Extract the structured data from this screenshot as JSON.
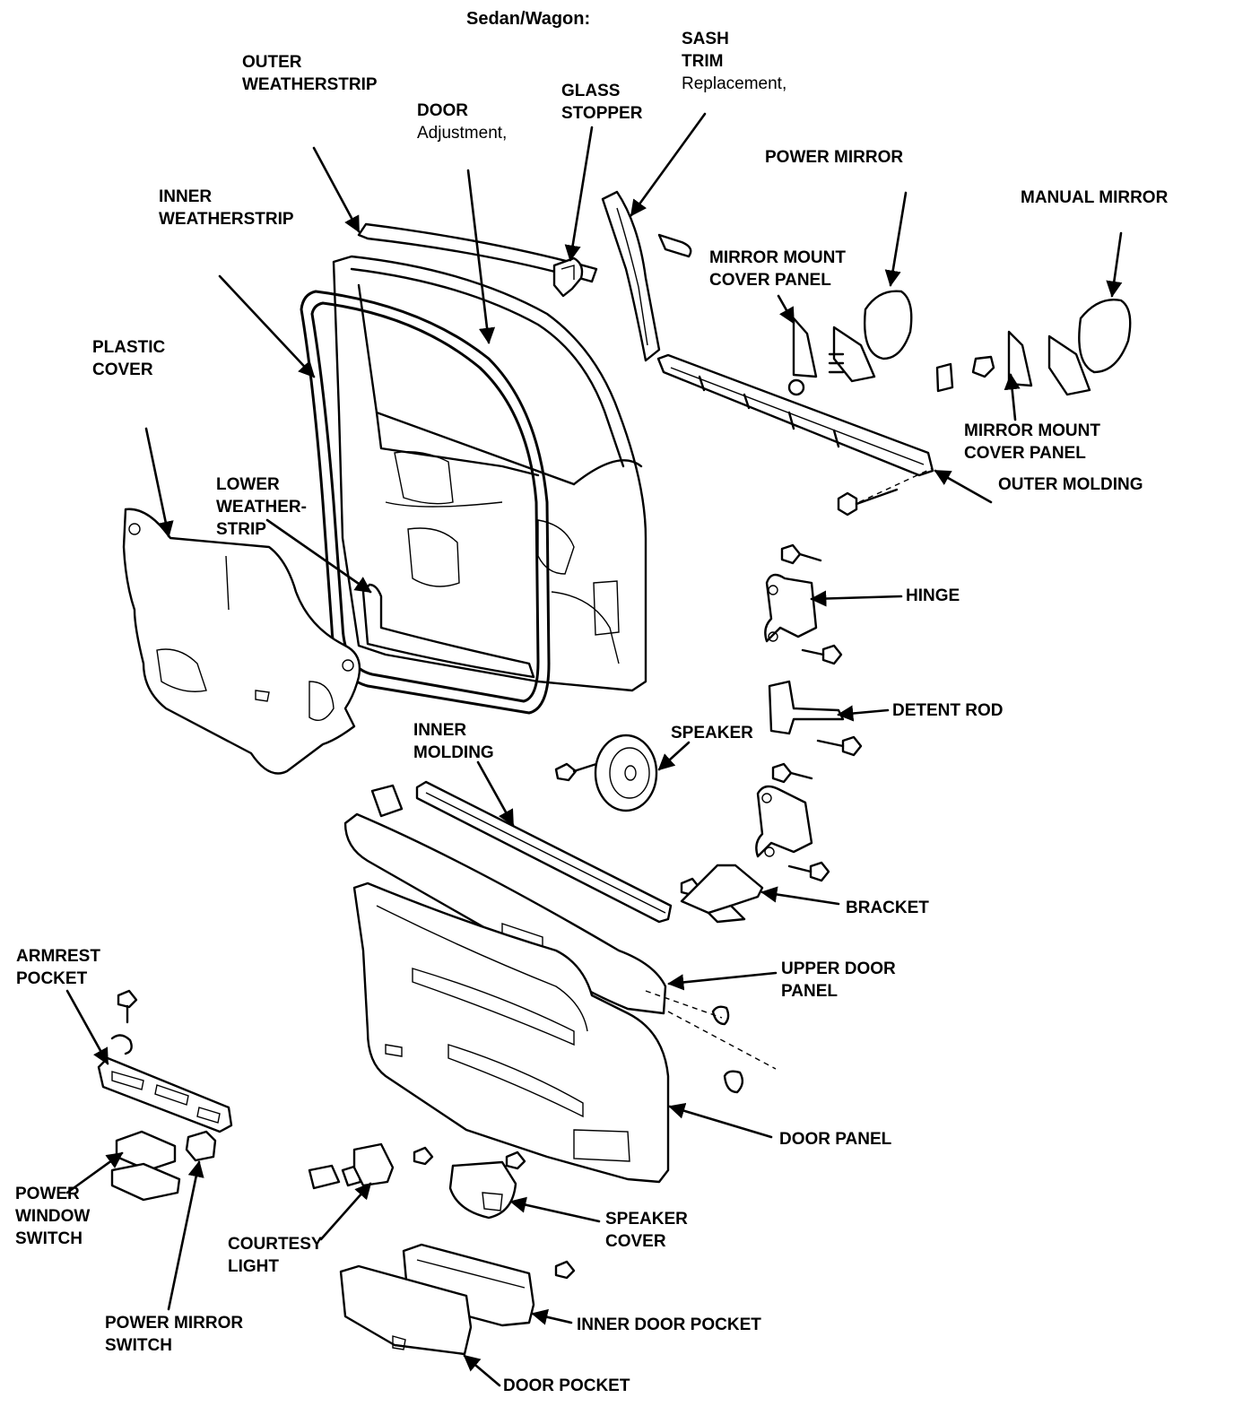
{
  "title": "Sedan/Wagon:",
  "labels": {
    "outer_weatherstrip": [
      "OUTER",
      "WEATHERSTRIP"
    ],
    "door": [
      "DOOR"
    ],
    "door_sub": "Adjustment,",
    "glass_stopper": [
      "GLASS",
      "STOPPER"
    ],
    "sash_trim": [
      "SASH",
      "TRIM"
    ],
    "sash_trim_sub": "Replacement,",
    "power_mirror": "POWER MIRROR",
    "manual_mirror": "MANUAL MIRROR",
    "inner_weatherstrip": [
      "INNER",
      "WEATHERSTRIP"
    ],
    "mirror_mount_cover_panel_1": [
      "MIRROR MOUNT",
      "COVER PANEL"
    ],
    "plastic_cover": [
      "PLASTIC",
      "COVER"
    ],
    "mirror_mount_cover_panel_2": [
      "MIRROR MOUNT",
      "COVER PANEL"
    ],
    "outer_molding": "OUTER MOLDING",
    "lower_weatherstrip": [
      "LOWER",
      "WEATHER-",
      "STRIP"
    ],
    "hinge": "HINGE",
    "detent_rod": "DETENT ROD",
    "inner_molding": [
      "INNER",
      "MOLDING"
    ],
    "speaker": "SPEAKER",
    "bracket": "BRACKET",
    "armrest_pocket": [
      "ARMREST",
      "POCKET"
    ],
    "upper_door_panel": [
      "UPPER DOOR",
      "PANEL"
    ],
    "door_panel": "DOOR PANEL",
    "power_window_switch": [
      "POWER",
      "WINDOW",
      "SWITCH"
    ],
    "speaker_cover": [
      "SPEAKER",
      "COVER"
    ],
    "courtesy_light": [
      "COURTESY",
      "LIGHT"
    ],
    "inner_door_pocket": "INNER DOOR POCKET",
    "power_mirror_switch": [
      "POWER MIRROR",
      "SWITCH"
    ],
    "door_pocket": "DOOR POCKET"
  }
}
